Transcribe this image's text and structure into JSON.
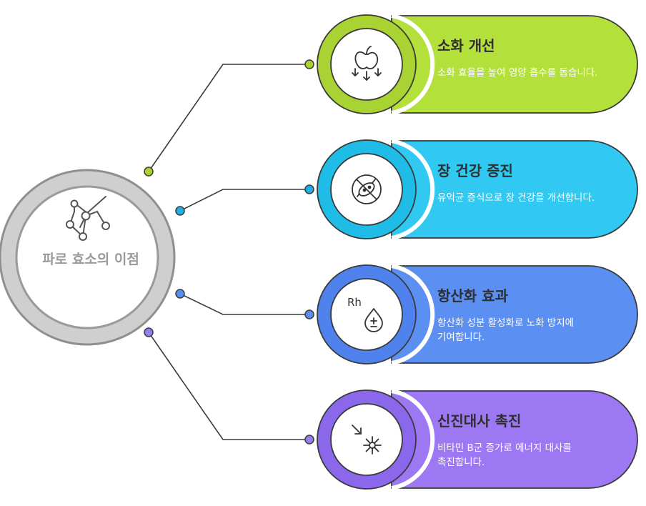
{
  "hub": {
    "title": "파로 효소의 이점",
    "icon": "molecule-network-icon"
  },
  "cards": [
    {
      "title": "소화 개선",
      "description": "소화 효율을 높여 영양 흡수를 돕습니다.",
      "icon": "apple-nutrient-absorption-icon",
      "color": "#b4e03c",
      "color_dark": "#a9d333",
      "dot_color": "#a9d333"
    },
    {
      "title": "장 건강 증진",
      "description": "유익균 증식으로 장 건강을 개선합니다.",
      "icon": "no-bacteria-icon",
      "color": "#31c9f2",
      "color_dark": "#1fbce8",
      "dot_color": "#1fb0e2"
    },
    {
      "title": "항산화 효과",
      "description": "항산화 성분 활성화로 노화 방지에 기여합니다.",
      "icon": "rh-blood-drop-icon",
      "icon_text": "Rh",
      "color": "#5b8ff2",
      "color_dark": "#4f82ec",
      "dot_color": "#5a8ef0"
    },
    {
      "title": "신진대사 촉진",
      "description": "비타민 B군 증가로 에너지 대사를 촉진합니다.",
      "icon": "metabolism-burst-icon",
      "color": "#9c78f2",
      "color_dark": "#8b67ec",
      "dot_color": "#9b7cf0"
    }
  ]
}
